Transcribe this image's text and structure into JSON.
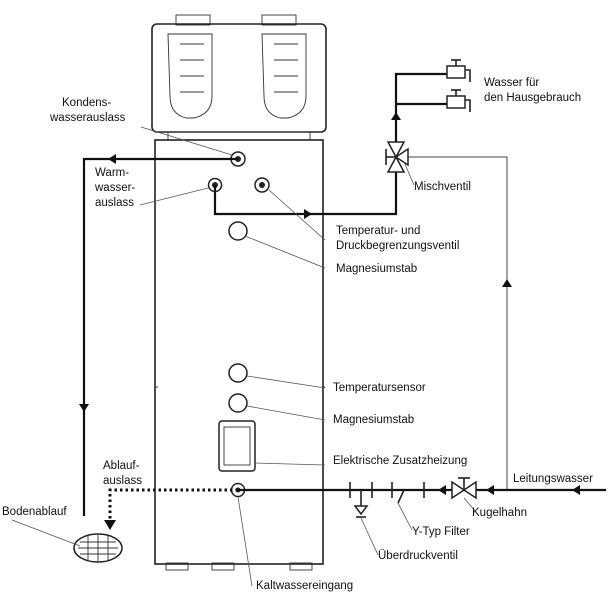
{
  "labels": {
    "kondens": [
      "Kondens-",
      "wasserauslass"
    ],
    "warm": [
      "Warm-",
      "wasser-",
      "auslass"
    ],
    "temp_druck": [
      "Temperatur- und",
      "Druckbegrenzungsventil"
    ],
    "magnesium1": "Magnesiumstab",
    "temperatursensor": "Temperatursensor",
    "magnesium2": "Magnesiumstab",
    "zusatzheizung": "Elektrische Zusatzheizung",
    "ablauf": [
      "Ablauf-",
      "auslass"
    ],
    "bodenablauf": "Bodenablauf",
    "leitungswasser": "Leitungswasser",
    "kugelhahn": "Kugelhahn",
    "ytyp": "Y-Typ Filter",
    "ueberdruck": "Überdruckventil",
    "kaltwasser": "Kaltwassereingang",
    "mischventil": "Mischventil",
    "hausgebrauch": [
      "Wasser für",
      "den Hausgebrauch"
    ]
  }
}
